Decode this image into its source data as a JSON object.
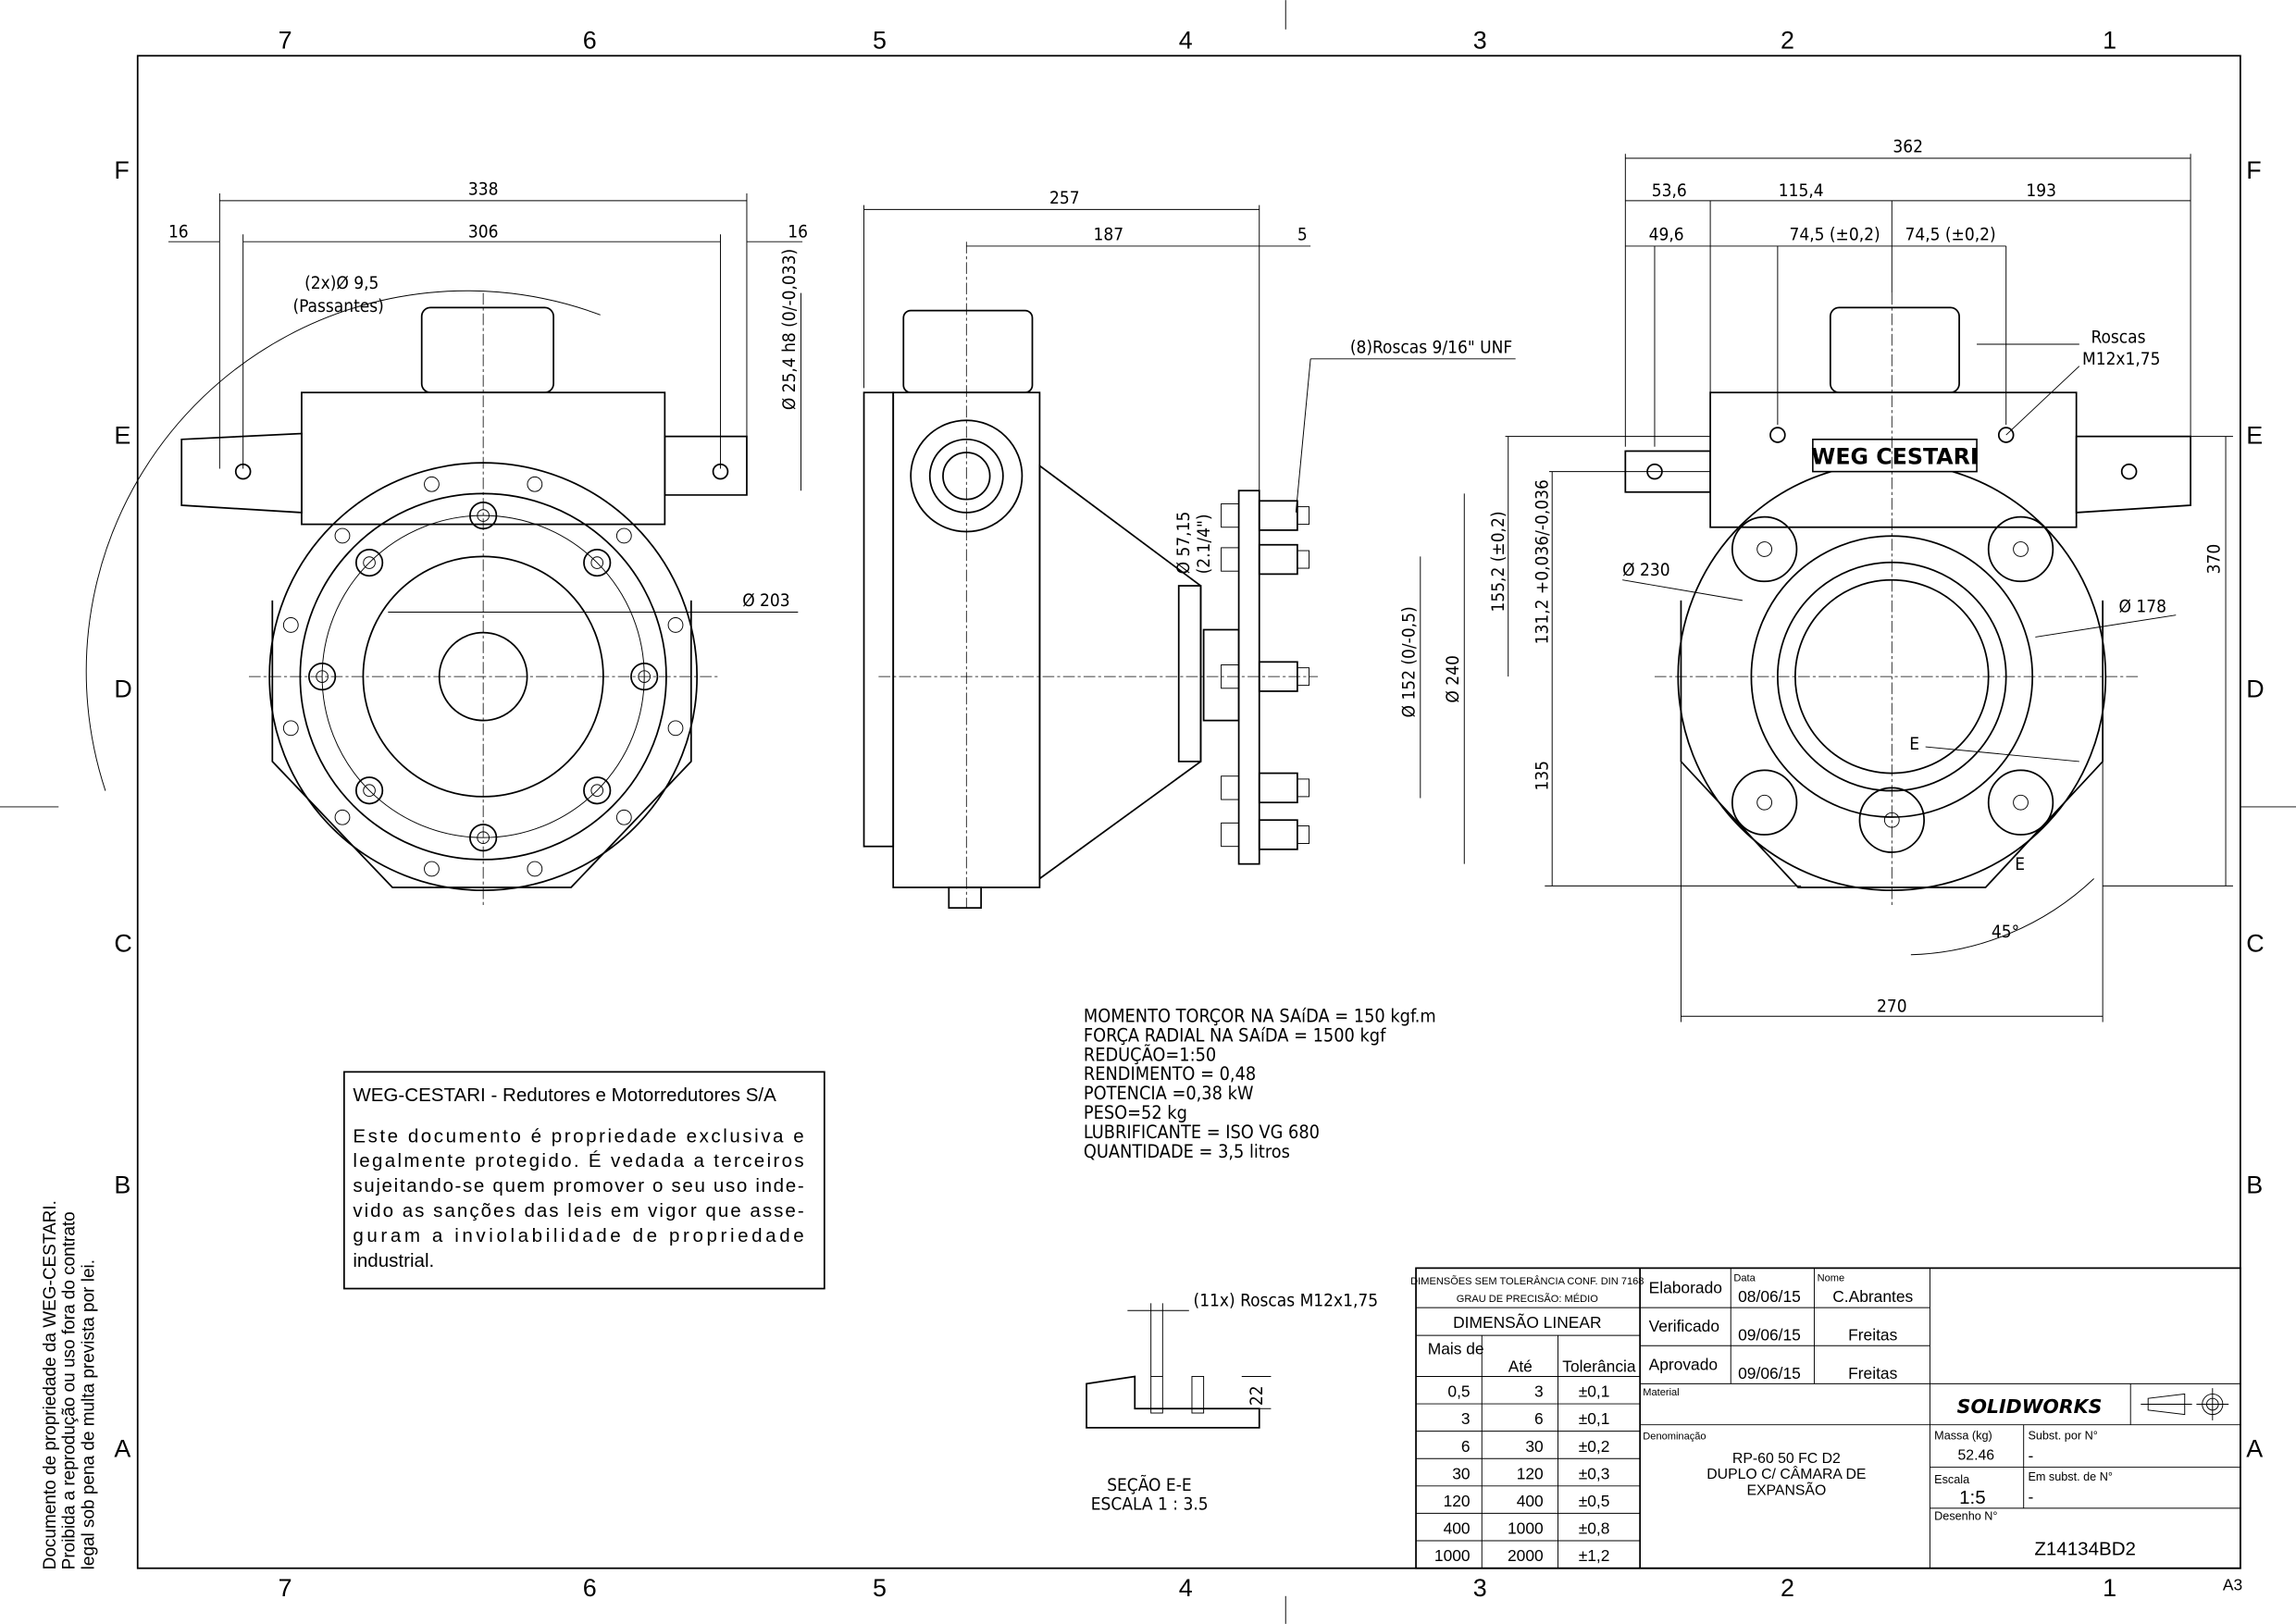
{
  "sheet": {
    "columns": [
      "7",
      "6",
      "5",
      "4",
      "3",
      "2",
      "1"
    ],
    "rows": [
      "F",
      "E",
      "D",
      "C",
      "B",
      "A"
    ],
    "size": "A3"
  },
  "views": {
    "front_left": {
      "dims": [
        "338",
        "306",
        "16",
        "16",
        "(2x)Ø 9,5",
        "(Passantes)",
        "Ø 25,4 h8 (0/-0,033)",
        "Ø 203"
      ]
    },
    "side": {
      "dims": [
        "257",
        "187",
        "5",
        "(8)Roscas 9/16\" UNF",
        "Ø 57,15",
        "(2.1/4\")",
        "Ø 152 (0/-0,5)",
        "Ø 240"
      ]
    },
    "front_right": {
      "dims": [
        "362",
        "53,6",
        "115,4",
        "193",
        "49,6",
        "74,5 (±0,2)",
        "74,5 (±0,2)",
        "Roscas",
        "M12x1,75",
        "Ø 230",
        "Ø 178",
        "155,2 (±0,2)",
        "131,2 +0,036/-0,036",
        "135",
        "370",
        "270",
        "45°",
        "E",
        "E"
      ],
      "logo": "WEG CESTARI"
    }
  },
  "specs": [
    "MOMENTO TORÇOR NA SAíDA = 150 kgf.m",
    "FORÇA RADIAL NA SAíDA = 1500 kgf",
    "REDUÇÃO=1:50",
    "RENDIMENTO = 0,48",
    "POTENCIA =0,38 kW",
    "PESO=52 kg",
    "LUBRIFICANTE = ISO VG 680",
    "QUANTIDADE = 3,5 litros"
  ],
  "notice": {
    "title": "WEG-CESTARI - Redutores e Motorredutores S/A",
    "lines": [
      "Este documento é propriedade exclusiva e",
      "legalmente protegido. É vedada a terceiros",
      "sujeitando-se quem promover o seu uso inde-",
      "vido as sanções das leis em vigor que asse-",
      "guram a inviolabilidade de propriedade",
      "industrial."
    ]
  },
  "side_note": [
    "Documento de propriedade da WEG-CESTARI.",
    "Proibida a reprodução ou uso fora do contrato",
    "legal sob pena de multa prevista por lei."
  ],
  "section": {
    "callout": "(11x) Roscas M12x1,75",
    "depth": "22",
    "title": "SEÇÃO E-E",
    "scale": "ESCALA 1 : 3.5"
  },
  "title_block": {
    "tolerance_header": "DIMENSÕES SEM TOLERÂNCIA CONF. DIN 7168",
    "precision": "GRAU DE PRECISÃO: MÉDIO",
    "linear": "DIMENSÃO LINEAR",
    "cols": [
      "Mais de",
      "Até",
      "Tolerância"
    ],
    "rows": [
      [
        "0,5",
        "3",
        "±0,1"
      ],
      [
        "3",
        "6",
        "±0,1"
      ],
      [
        "6",
        "30",
        "±0,2"
      ],
      [
        "30",
        "120",
        "±0,3"
      ],
      [
        "120",
        "400",
        "±0,5"
      ],
      [
        "400",
        "1000",
        "±0,8"
      ],
      [
        "1000",
        "2000",
        "±1,2"
      ]
    ],
    "data_label": "Data",
    "name_label": "Nome",
    "signoffs": [
      {
        "role": "Elaborado",
        "date": "08/06/15",
        "name": "C.Abrantes"
      },
      {
        "role": "Verificado",
        "date": "09/06/15",
        "name": "Freitas"
      },
      {
        "role": "Aprovado",
        "date": "09/06/15",
        "name": "Freitas"
      }
    ],
    "material_label": "Material",
    "denominacao_label": "Denominação",
    "denominacao": [
      "RP-60        50 FC D2",
      "DUPLO C/ CÂMARA DE",
      "EXPANSÃO"
    ],
    "software": "SOLIDWORKS",
    "massa_label": "Massa (kg)",
    "massa": "52.46",
    "escala_label": "Escala",
    "escala": "1:5",
    "subst_por_label": "Subst. por N°",
    "subst_por": "-",
    "em_subst_label": "Em subst. de N°",
    "em_subst": "-",
    "desenho_label": "Desenho N°",
    "desenho": "Z14134BD2"
  }
}
